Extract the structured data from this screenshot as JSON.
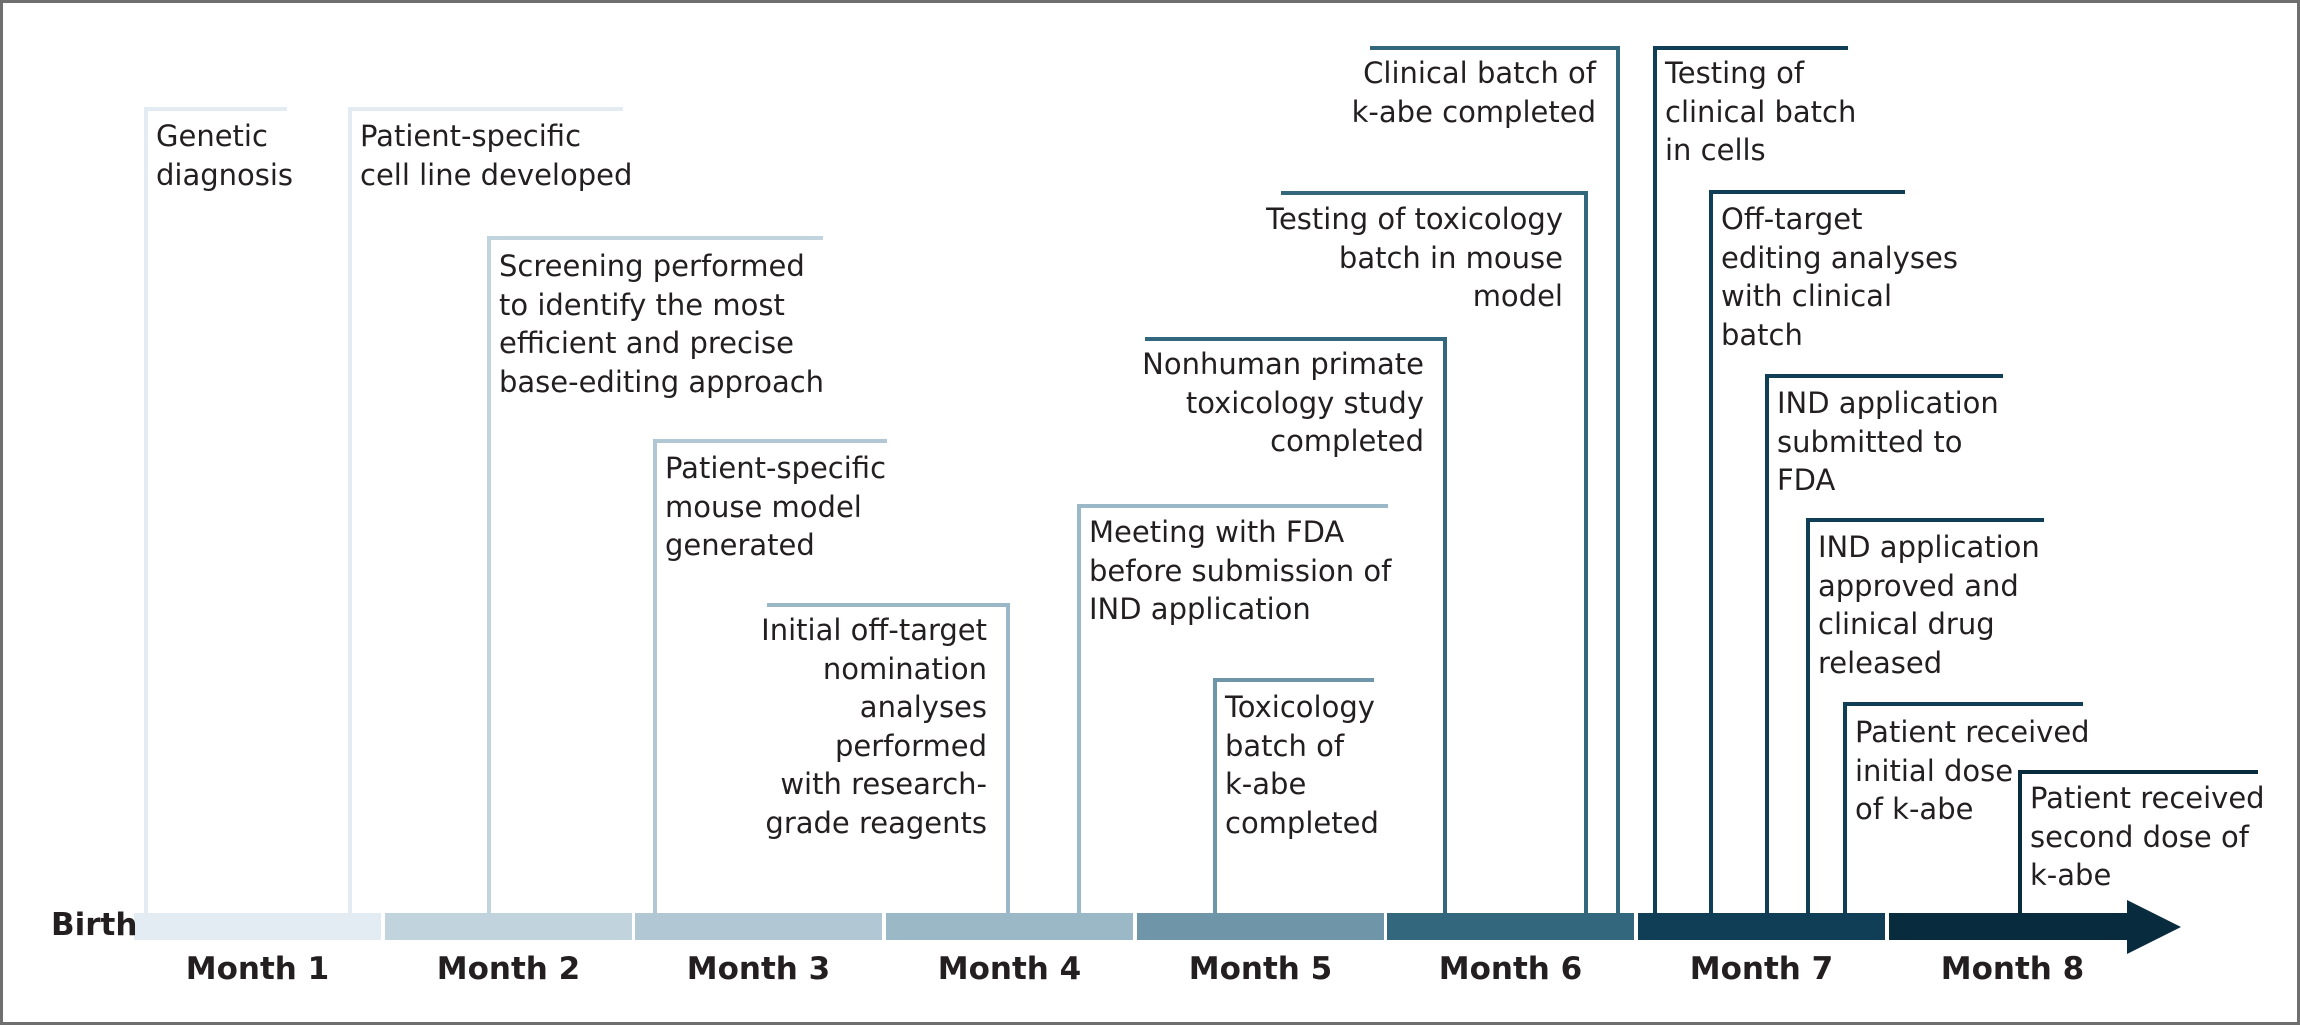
{
  "timeline": {
    "start_label": "Birth",
    "months": [
      {
        "label": "Month 1",
        "color": "#e3ecf2"
      },
      {
        "label": "Month 2",
        "color": "#c1d3dd"
      },
      {
        "label": "Month 3",
        "color": "#b1c8d4"
      },
      {
        "label": "Month 4",
        "color": "#9bb8c6"
      },
      {
        "label": "Month 5",
        "color": "#6e96a8"
      },
      {
        "label": "Month 6",
        "color": "#33677e"
      },
      {
        "label": "Month 7",
        "color": "#0f3e56"
      },
      {
        "label": "Month 8",
        "color": "#082c3e"
      }
    ],
    "arrow_color": "#082c3e"
  },
  "events": [
    {
      "label": "Genetic\ndiagnosis",
      "color": "#e3ecf2"
    },
    {
      "label": "Patient-specific\ncell line developed",
      "color": "#e3ecf2"
    },
    {
      "label": "Screening performed\nto identify the most\nefficient and precise\nbase-editing approach",
      "color": "#c1d3dd"
    },
    {
      "label": "Patient-specific\nmouse model\ngenerated",
      "color": "#b1c8d4"
    },
    {
      "label": "Initial off-target\nnomination\nanalyses\nperformed\nwith research-\ngrade reagents",
      "color": "#9bb8c6"
    },
    {
      "label": "Meeting with FDA\nbefore submission of\nIND application",
      "color": "#9bb8c6"
    },
    {
      "label": "Toxicology\nbatch of\nk-abe\ncompleted",
      "color": "#6e96a8"
    },
    {
      "label": "Nonhuman primate\ntoxicology study\ncompleted",
      "color": "#33677e"
    },
    {
      "label": "Testing of toxicology\nbatch in mouse\nmodel",
      "color": "#33677e"
    },
    {
      "label": "Clinical batch of\nk-abe completed",
      "color": "#33677e"
    },
    {
      "label": "Testing of\nclinical batch\nin cells",
      "color": "#0f3e56"
    },
    {
      "label": "Off-target\nediting analyses\nwith clinical\nbatch",
      "color": "#0f3e56"
    },
    {
      "label": "IND application\nsubmitted to\nFDA",
      "color": "#0f3e56"
    },
    {
      "label": "IND application\napproved and\nclinical drug\nreleased",
      "color": "#0f3e56"
    },
    {
      "label": "Patient received\ninitial dose\nof k-abe",
      "color": "#0f3e56"
    },
    {
      "label": "Patient received\nsecond dose of\nk-abe",
      "color": "#082c3e"
    }
  ]
}
